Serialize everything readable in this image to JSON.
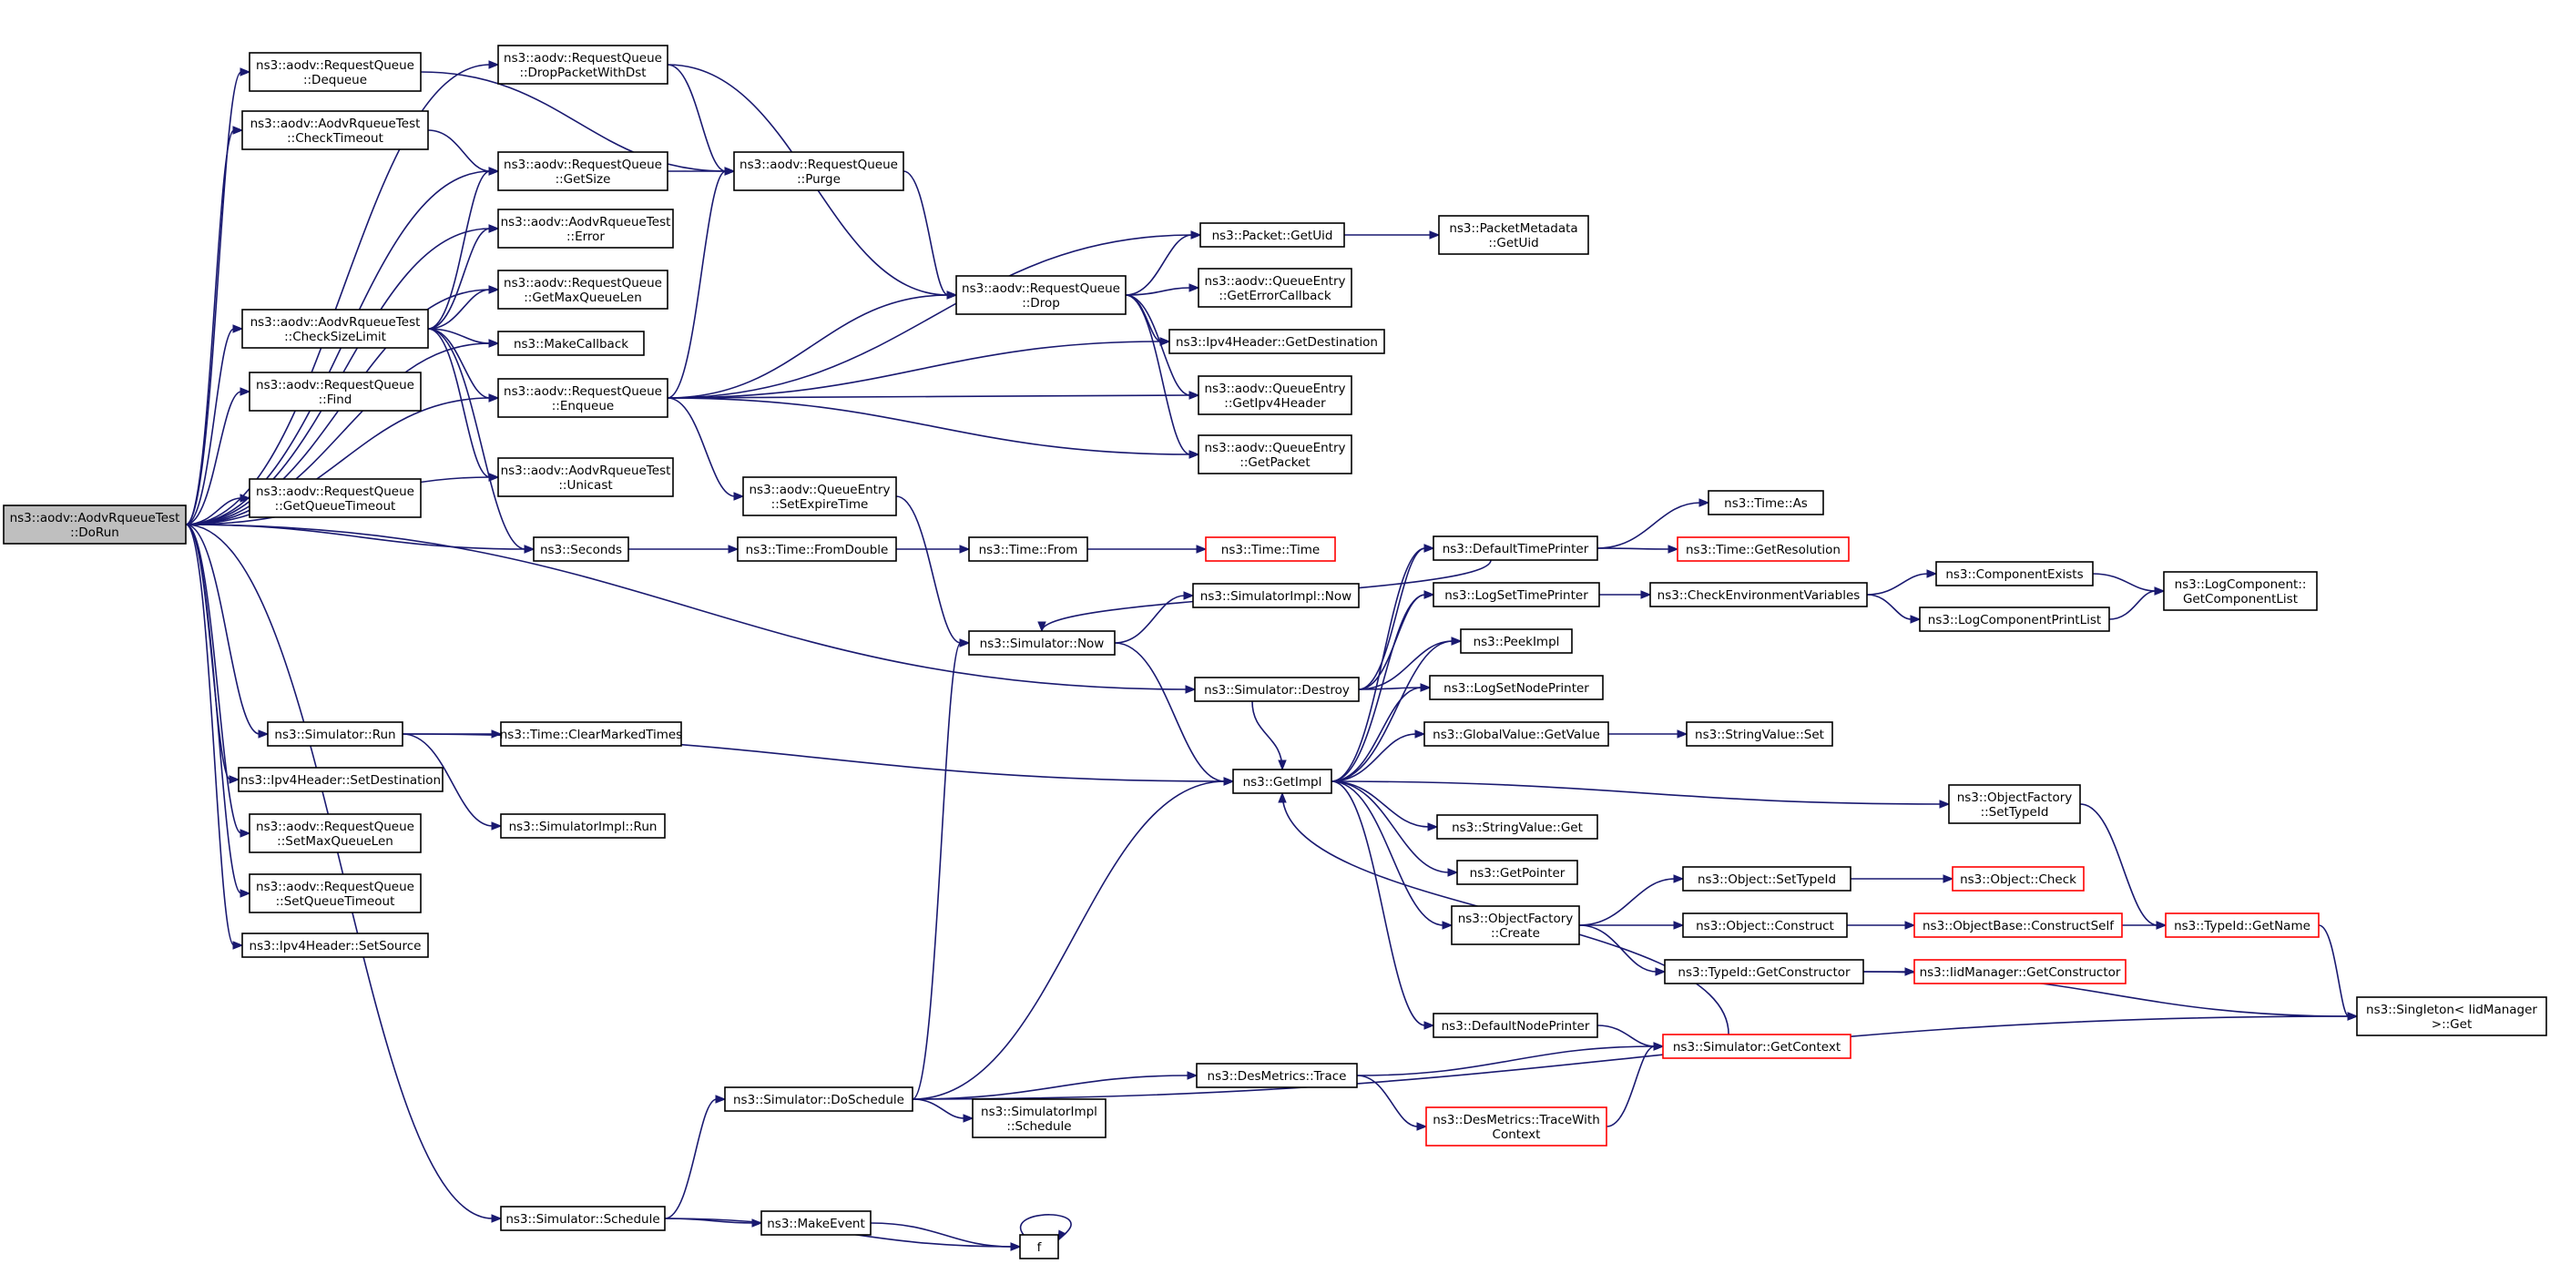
{
  "graph": {
    "nodes": [
      {
        "id": "root",
        "lines": [
          "ns3::aodv::AodvRqueueTest",
          "::DoRun"
        ],
        "style": "root"
      },
      {
        "id": "rq_dequeue",
        "lines": [
          "ns3::aodv::RequestQueue",
          "::Dequeue"
        ]
      },
      {
        "id": "rq_droppacketwithdst",
        "lines": [
          "ns3::aodv::RequestQueue",
          "::DropPacketWithDst"
        ]
      },
      {
        "id": "test_checktimeout",
        "lines": [
          "ns3::aodv::AodvRqueueTest",
          "::CheckTimeout"
        ]
      },
      {
        "id": "rq_getsize",
        "lines": [
          "ns3::aodv::RequestQueue",
          "::GetSize"
        ]
      },
      {
        "id": "rq_purge",
        "lines": [
          "ns3::aodv::RequestQueue",
          "::Purge"
        ]
      },
      {
        "id": "test_error",
        "lines": [
          "ns3::aodv::AodvRqueueTest",
          "::Error"
        ]
      },
      {
        "id": "rq_getmaxqueuelen",
        "lines": [
          "ns3::aodv::RequestQueue",
          "::GetMaxQueueLen"
        ]
      },
      {
        "id": "test_checksizelimit",
        "lines": [
          "ns3::aodv::AodvRqueueTest",
          "::CheckSizeLimit"
        ]
      },
      {
        "id": "makecallback",
        "lines": [
          "ns3::MakeCallback"
        ]
      },
      {
        "id": "rq_find",
        "lines": [
          "ns3::aodv::RequestQueue",
          "::Find"
        ]
      },
      {
        "id": "rq_enqueue",
        "lines": [
          "ns3::aodv::RequestQueue",
          "::Enqueue"
        ]
      },
      {
        "id": "test_unicast",
        "lines": [
          "ns3::aodv::AodvRqueueTest",
          "::Unicast"
        ]
      },
      {
        "id": "rq_getqueuetimeout",
        "lines": [
          "ns3::aodv::RequestQueue",
          "::GetQueueTimeout"
        ]
      },
      {
        "id": "seconds",
        "lines": [
          "ns3::Seconds"
        ]
      },
      {
        "id": "sim_run",
        "lines": [
          "ns3::Simulator::Run"
        ]
      },
      {
        "id": "ipv4_setdestination",
        "lines": [
          "ns3::Ipv4Header::SetDestination"
        ]
      },
      {
        "id": "rq_setmaxqueuelen",
        "lines": [
          "ns3::aodv::RequestQueue",
          "::SetMaxQueueLen"
        ]
      },
      {
        "id": "rq_setqueuetimeout",
        "lines": [
          "ns3::aodv::RequestQueue",
          "::SetQueueTimeout"
        ]
      },
      {
        "id": "ipv4_setsource",
        "lines": [
          "ns3::Ipv4Header::SetSource"
        ]
      },
      {
        "id": "sim_schedule",
        "lines": [
          "ns3::Simulator::Schedule"
        ]
      },
      {
        "id": "time_clearmarkedtimes",
        "lines": [
          "ns3::Time::ClearMarkedTimes"
        ]
      },
      {
        "id": "simimpl_run",
        "lines": [
          "ns3::SimulatorImpl::Run"
        ]
      },
      {
        "id": "rq_drop",
        "lines": [
          "ns3::aodv::RequestQueue",
          "::Drop"
        ]
      },
      {
        "id": "qe_setexpiretime",
        "lines": [
          "ns3::aodv::QueueEntry",
          "::SetExpireTime"
        ]
      },
      {
        "id": "time_fromdouble",
        "lines": [
          "ns3::Time::FromDouble"
        ]
      },
      {
        "id": "time_from",
        "lines": [
          "ns3::Time::From"
        ]
      },
      {
        "id": "time_time",
        "lines": [
          "ns3::Time::Time"
        ],
        "style": "truncated"
      },
      {
        "id": "packet_getuid",
        "lines": [
          "ns3::Packet::GetUid"
        ]
      },
      {
        "id": "packetmetadata_getuid",
        "lines": [
          "ns3::PacketMetadata",
          "::GetUid"
        ]
      },
      {
        "id": "qe_geterrorcallback",
        "lines": [
          "ns3::aodv::QueueEntry",
          "::GetErrorCallback"
        ]
      },
      {
        "id": "ipv4_getdestination",
        "lines": [
          "ns3::Ipv4Header::GetDestination"
        ]
      },
      {
        "id": "qe_getipv4header",
        "lines": [
          "ns3::aodv::QueueEntry",
          "::GetIpv4Header"
        ]
      },
      {
        "id": "qe_getpacket",
        "lines": [
          "ns3::aodv::QueueEntry",
          "::GetPacket"
        ]
      },
      {
        "id": "sim_now",
        "lines": [
          "ns3::Simulator::Now"
        ]
      },
      {
        "id": "simimpl_now",
        "lines": [
          "ns3::SimulatorImpl::Now"
        ]
      },
      {
        "id": "sim_destroy",
        "lines": [
          "ns3::Simulator::Destroy"
        ]
      },
      {
        "id": "getimpl",
        "lines": [
          "ns3::GetImpl"
        ]
      },
      {
        "id": "sim_doschedule",
        "lines": [
          "ns3::Simulator::DoSchedule"
        ]
      },
      {
        "id": "simimpl_schedule",
        "lines": [
          "ns3::SimulatorImpl",
          "::Schedule"
        ]
      },
      {
        "id": "makeevent",
        "lines": [
          "ns3::MakeEvent"
        ]
      },
      {
        "id": "f",
        "lines": [
          "f"
        ]
      },
      {
        "id": "desmetrics_trace",
        "lines": [
          "ns3::DesMetrics::Trace"
        ]
      },
      {
        "id": "desmetrics_tracewithcontext",
        "lines": [
          "ns3::DesMetrics::TraceWith",
          "Context"
        ],
        "style": "truncated"
      },
      {
        "id": "sim_getcontext",
        "lines": [
          "ns3::Simulator::GetContext"
        ],
        "style": "truncated"
      },
      {
        "id": "defaulttimeprinter",
        "lines": [
          "ns3::DefaultTimePrinter"
        ]
      },
      {
        "id": "time_as",
        "lines": [
          "ns3::Time::As"
        ]
      },
      {
        "id": "time_getresolution",
        "lines": [
          "ns3::Time::GetResolution"
        ],
        "style": "truncated"
      },
      {
        "id": "logsettimeprinter",
        "lines": [
          "ns3::LogSetTimePrinter"
        ]
      },
      {
        "id": "checkenvvars",
        "lines": [
          "ns3::CheckEnvironmentVariables"
        ]
      },
      {
        "id": "componentexists",
        "lines": [
          "ns3::ComponentExists"
        ]
      },
      {
        "id": "logcomponentprintlist",
        "lines": [
          "ns3::LogComponentPrintList"
        ]
      },
      {
        "id": "logcomponent_getcomponentlist",
        "lines": [
          "ns3::LogComponent::",
          "GetComponentList"
        ]
      },
      {
        "id": "peekimpl",
        "lines": [
          "ns3::PeekImpl"
        ]
      },
      {
        "id": "logsetnodeprinter",
        "lines": [
          "ns3::LogSetNodePrinter"
        ]
      },
      {
        "id": "globalvalue_getvalue",
        "lines": [
          "ns3::GlobalValue::GetValue"
        ]
      },
      {
        "id": "stringvalue_set",
        "lines": [
          "ns3::StringValue::Set"
        ]
      },
      {
        "id": "objectfactory_settypeid",
        "lines": [
          "ns3::ObjectFactory",
          "::SetTypeId"
        ]
      },
      {
        "id": "stringvalue_get",
        "lines": [
          "ns3::StringValue::Get"
        ]
      },
      {
        "id": "getpointer",
        "lines": [
          "ns3::GetPointer"
        ]
      },
      {
        "id": "objectfactory_create",
        "lines": [
          "ns3::ObjectFactory",
          "::Create"
        ]
      },
      {
        "id": "object_settypeid",
        "lines": [
          "ns3::Object::SetTypeId"
        ]
      },
      {
        "id": "object_check",
        "lines": [
          "ns3::Object::Check"
        ],
        "style": "truncated"
      },
      {
        "id": "object_construct",
        "lines": [
          "ns3::Object::Construct"
        ]
      },
      {
        "id": "objectbase_constructself",
        "lines": [
          "ns3::ObjectBase::ConstructSelf"
        ],
        "style": "truncated"
      },
      {
        "id": "typeid_getname",
        "lines": [
          "ns3::TypeId::GetName"
        ],
        "style": "truncated"
      },
      {
        "id": "typeid_getconstructor",
        "lines": [
          "ns3::TypeId::GetConstructor"
        ]
      },
      {
        "id": "iidmanager_getconstructor",
        "lines": [
          "ns3::IidManager::GetConstructor"
        ],
        "style": "truncated"
      },
      {
        "id": "singleton_get",
        "lines": [
          "ns3::Singleton< IidManager",
          " >::Get"
        ]
      },
      {
        "id": "defaultnodeprinter",
        "lines": [
          "ns3::DefaultNodePrinter"
        ]
      }
    ],
    "edges": [
      [
        "root",
        "rq_dequeue"
      ],
      [
        "root",
        "rq_droppacketwithdst"
      ],
      [
        "root",
        "test_checktimeout"
      ],
      [
        "root",
        "rq_getsize"
      ],
      [
        "root",
        "test_error"
      ],
      [
        "root",
        "rq_getmaxqueuelen"
      ],
      [
        "root",
        "test_checksizelimit"
      ],
      [
        "root",
        "makecallback"
      ],
      [
        "root",
        "rq_find"
      ],
      [
        "root",
        "rq_enqueue"
      ],
      [
        "root",
        "test_unicast"
      ],
      [
        "root",
        "rq_getqueuetimeout"
      ],
      [
        "root",
        "seconds"
      ],
      [
        "root",
        "sim_run"
      ],
      [
        "root",
        "ipv4_setdestination"
      ],
      [
        "root",
        "rq_setmaxqueuelen"
      ],
      [
        "root",
        "rq_setqueuetimeout"
      ],
      [
        "root",
        "ipv4_setsource"
      ],
      [
        "root",
        "sim_schedule"
      ],
      [
        "root",
        "sim_destroy"
      ],
      [
        "rq_dequeue",
        "rq_purge"
      ],
      [
        "rq_droppacketwithdst",
        "rq_purge"
      ],
      [
        "rq_droppacketwithdst",
        "rq_drop"
      ],
      [
        "test_checktimeout",
        "rq_getsize"
      ],
      [
        "rq_getsize",
        "rq_purge"
      ],
      [
        "rq_purge",
        "rq_drop"
      ],
      [
        "test_checksizelimit",
        "rq_getsize"
      ],
      [
        "test_checksizelimit",
        "test_error"
      ],
      [
        "test_checksizelimit",
        "rq_getmaxqueuelen"
      ],
      [
        "test_checksizelimit",
        "makecallback"
      ],
      [
        "test_checksizelimit",
        "rq_enqueue"
      ],
      [
        "test_checksizelimit",
        "test_unicast"
      ],
      [
        "test_checksizelimit",
        "seconds"
      ],
      [
        "rq_enqueue",
        "rq_purge"
      ],
      [
        "rq_enqueue",
        "rq_drop"
      ],
      [
        "rq_enqueue",
        "packet_getuid"
      ],
      [
        "rq_enqueue",
        "ipv4_getdestination"
      ],
      [
        "rq_enqueue",
        "qe_getipv4header"
      ],
      [
        "rq_enqueue",
        "qe_getpacket"
      ],
      [
        "rq_enqueue",
        "qe_setexpiretime"
      ],
      [
        "rq_drop",
        "packet_getuid"
      ],
      [
        "rq_drop",
        "qe_geterrorcallback"
      ],
      [
        "rq_drop",
        "ipv4_getdestination"
      ],
      [
        "rq_drop",
        "qe_getipv4header"
      ],
      [
        "rq_drop",
        "qe_getpacket"
      ],
      [
        "packet_getuid",
        "packetmetadata_getuid"
      ],
      [
        "qe_setexpiretime",
        "sim_now"
      ],
      [
        "seconds",
        "time_fromdouble"
      ],
      [
        "time_fromdouble",
        "time_from"
      ],
      [
        "time_from",
        "time_time"
      ],
      [
        "sim_run",
        "time_clearmarkedtimes"
      ],
      [
        "sim_run",
        "simimpl_run"
      ],
      [
        "sim_run",
        "getimpl"
      ],
      [
        "sim_now",
        "simimpl_now"
      ],
      [
        "sim_now",
        "getimpl"
      ],
      [
        "sim_destroy",
        "defaulttimeprinter"
      ],
      [
        "sim_destroy",
        "logsettimeprinter"
      ],
      [
        "sim_destroy",
        "peekimpl"
      ],
      [
        "sim_destroy",
        "logsetnodeprinter"
      ],
      [
        "sim_destroy",
        "getimpl"
      ],
      [
        "defaulttimeprinter",
        "time_as"
      ],
      [
        "defaulttimeprinter",
        "time_getresolution"
      ],
      [
        "defaulttimeprinter",
        "sim_now"
      ],
      [
        "logsettimeprinter",
        "checkenvvars"
      ],
      [
        "checkenvvars",
        "componentexists"
      ],
      [
        "checkenvvars",
        "logcomponentprintlist"
      ],
      [
        "componentexists",
        "logcomponent_getcomponentlist"
      ],
      [
        "logcomponentprintlist",
        "logcomponent_getcomponentlist"
      ],
      [
        "getimpl",
        "defaulttimeprinter"
      ],
      [
        "getimpl",
        "logsettimeprinter"
      ],
      [
        "getimpl",
        "peekimpl"
      ],
      [
        "getimpl",
        "logsetnodeprinter"
      ],
      [
        "getimpl",
        "globalvalue_getvalue"
      ],
      [
        "getimpl",
        "objectfactory_settypeid"
      ],
      [
        "getimpl",
        "stringvalue_get"
      ],
      [
        "getimpl",
        "getpointer"
      ],
      [
        "getimpl",
        "objectfactory_create"
      ],
      [
        "getimpl",
        "defaultnodeprinter"
      ],
      [
        "globalvalue_getvalue",
        "stringvalue_set"
      ],
      [
        "objectfactory_settypeid",
        "typeid_getname"
      ],
      [
        "objectfactory_create",
        "object_settypeid"
      ],
      [
        "objectfactory_create",
        "object_construct"
      ],
      [
        "objectfactory_create",
        "typeid_getconstructor"
      ],
      [
        "object_settypeid",
        "object_check"
      ],
      [
        "object_construct",
        "objectbase_constructself"
      ],
      [
        "objectbase_constructself",
        "typeid_getname"
      ],
      [
        "typeid_getconstructor",
        "iidmanager_getconstructor"
      ],
      [
        "typeid_getconstructor",
        "singleton_get"
      ],
      [
        "typeid_getname",
        "singleton_get"
      ],
      [
        "defaultnodeprinter",
        "sim_getcontext"
      ],
      [
        "sim_getcontext",
        "getimpl"
      ],
      [
        "sim_schedule",
        "sim_doschedule"
      ],
      [
        "sim_schedule",
        "makeevent"
      ],
      [
        "sim_schedule",
        "f"
      ],
      [
        "sim_doschedule",
        "sim_now"
      ],
      [
        "sim_doschedule",
        "getimpl"
      ],
      [
        "sim_doschedule",
        "desmetrics_trace"
      ],
      [
        "sim_doschedule",
        "simimpl_schedule"
      ],
      [
        "sim_doschedule",
        "singleton_get"
      ],
      [
        "desmetrics_trace",
        "sim_getcontext"
      ],
      [
        "desmetrics_trace",
        "desmetrics_tracewithcontext"
      ],
      [
        "desmetrics_tracewithcontext",
        "sim_getcontext"
      ],
      [
        "makeevent",
        "f"
      ],
      [
        "f",
        "f"
      ]
    ]
  }
}
